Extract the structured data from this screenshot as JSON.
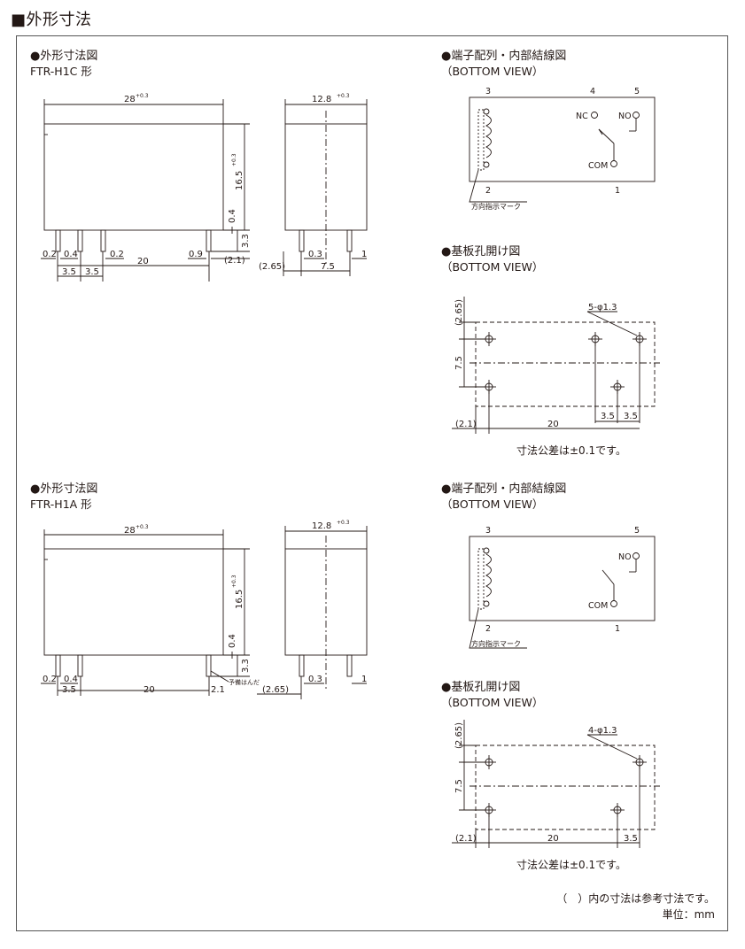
{
  "page": {
    "title": "■外形寸法"
  },
  "c": {
    "dim_title": "●外形寸法図",
    "model": "FTR-H1C 形",
    "terminal_title": "●端子配列・内部結線図",
    "bottom_view": "（BOTTOM VIEW）",
    "pcb_title": "●基板孔開け図",
    "tolerance": "寸法公差は±0.1です。",
    "length": "28",
    "length_tol": "+0.3",
    "width": "12.8",
    "width_tol": "+0.3",
    "height": "16.5",
    "height_tol": "+0.3",
    "d_04": "0.4",
    "d_33": "3.3",
    "d_02": "0.2",
    "d_20": "20",
    "d_09": "0.9",
    "d_21": "(2.1)",
    "d_35": "3.5",
    "d_265": "(2.65)",
    "d_03": "0.3",
    "d_75": "7.5",
    "d_1": "1",
    "pin_3": "3",
    "pin_4": "4",
    "pin_5": "5",
    "pin_2": "2",
    "pin_1": "1",
    "nc": "NC",
    "no": "NO",
    "com": "COM",
    "marker": "方向指示マーク",
    "holes": "5-φ1.3",
    "pcb_265": "(2.65)",
    "pcb_75": "7.5",
    "pcb_21": "(2.1)",
    "pcb_20": "20",
    "pcb_35": "3.5"
  },
  "a": {
    "dim_title": "●外形寸法図",
    "model": "FTR-H1A 形",
    "terminal_title": "●端子配列・内部結線図",
    "bottom_view": "（BOTTOM VIEW）",
    "pcb_title": "●基板孔開け図",
    "tolerance": "寸法公差は±0.1です。",
    "length": "28",
    "length_tol": "+0.3",
    "width": "12.8",
    "width_tol": "+0.3",
    "height": "16.5",
    "height_tol": "+0.3",
    "d_04": "0.4",
    "d_33": "3.3",
    "d_02": "0.2",
    "d_20": "20",
    "d_21": "2.1",
    "d_35": "3.5",
    "d_265": "(2.65)",
    "d_03": "0.3",
    "d_1": "1",
    "solder": "予備はんだ",
    "pin_3": "3",
    "pin_5": "5",
    "pin_2": "2",
    "pin_1": "1",
    "no": "NO",
    "com": "COM",
    "marker": "方向指示マーク",
    "holes": "4-φ1.3",
    "pcb_265": "(2.65)",
    "pcb_75": "7.5",
    "pcb_21": "(2.1)",
    "pcb_20": "20",
    "pcb_35": "3.5"
  },
  "footer": {
    "ref_note": "（　）内の寸法は参考寸法です。",
    "unit": "単位：mm"
  }
}
